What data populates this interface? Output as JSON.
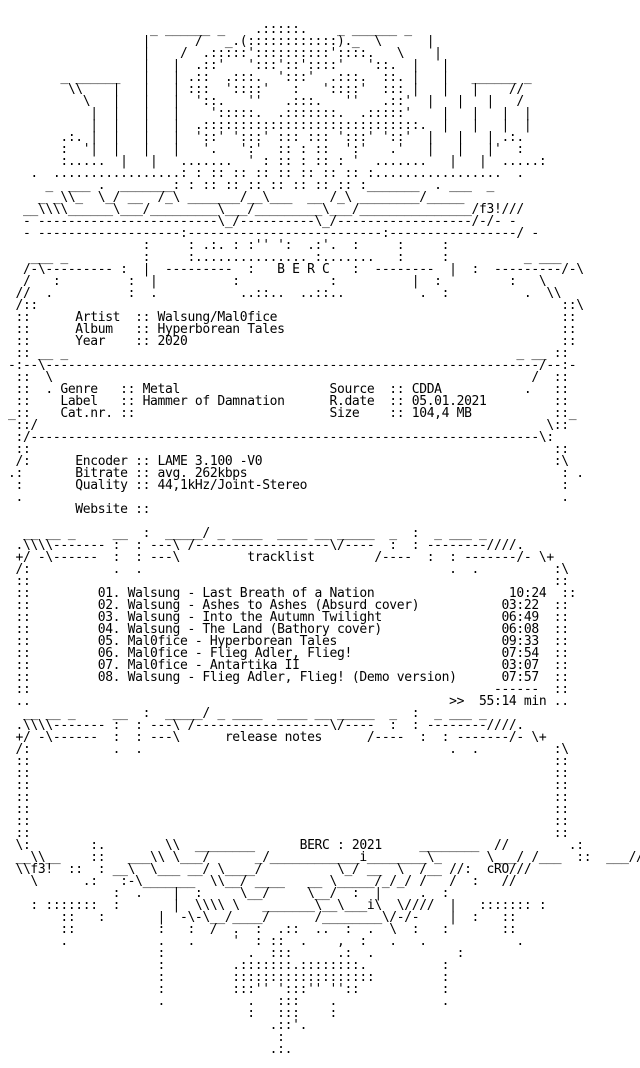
{
  "nfo": {
    "lines": [
      "                   _ ______ _    .:::::.    _ ______ _",
      "                  |      /   _.(::::::::::::)._  \\      |",
      "                  |    /  .:::::'::::::::::'::::.   \\    |",
      "                  |   |  .::'   ':::'::'::::'   '::.  |   |",
      "       _ ______   |   | .::  .:::.  ':::'  .:::.  ::. |   |   ______ _",
      "        \\\\    |   |   | :::  '::::'   :   '::::'  ::: |   |   |    //",
      "          \\   |   |   |  '::.   ''   .:::.   ''   .::'  |   |   |   /",
      "           |  |   |   |    ':::::.  .:::::::.  .:::::'    |   |   |  |",
      "           |  |   |   |  .:::::::::::::::::::::::::::::.  |   |   |  |",
      "       .:. |  |   |   |  '::' ':::' ::: ::: ':::' '::'  |   |   | .:.",
      "       :  '|  |   |   |   '.   ':'  :: : ::  ':'   .'   |   |   |'  :",
      "       :.....  |   |   .......  ' : :: : :: : '  .......   |   |  .....:",
      "   .  .................: : :: :: :: :: :: :: :: :.................  .",
      "     _  ___ .  _______: : :: :: :: :: :: :: :: :_______  . ___  _",
      "    _ _\\\\_  \\_/ __  /_\\ _______/__\\___  __ /_\\ ________/_____",
      "  __\\\\\\\\______\\___/_________\\___/_________\\___/_______________/f3!///",
      "  - ------------------------\\_/----------\\_/------------------/-/- -",
      "  - -------------------:--------------------------:-----------------/ -",
      "                  :     : .:. : :'' ':  .:'.  :     :     :",
      "   ___ _          :     :............... :.......   :     :          _ ___",
      "  /-\\--------- :  |  ---------  :   B E R C   :  --------  |  :  ---------/-\\",
      "  /   :         :  |          :            :          |  :         :   \\",
      " //  .          :  .           ..::..  ..::..          .  :          .  \\\\",
      " /::                                                                      ::\\",
      " ::      Artist  :: Walsung/Mal0fice                                      ::",
      " ::      Album   :: Hyperborean Tales                                     ::",
      " ::      Year    :: 2020                                                  ::",
      " :: __ _                                                            _ __ ::",
      "-:--\\------------------------------------------------------------------/--:-",
      " ::  \\                                                                /  ::",
      " ::  . Genre   :: Metal                    Source  :: CDDA           .   ::",
      " ::    Label   :: Hammer of Damnation      R.date  :: 05.01.2021         ::",
      "_::    Cat.nr. ::                          Size    :: 104,4 MB           ::_",
      " ::/                                                                    \\::",
      " :/--------------------------------------------------------------------\\:",
      " ::                                                                      ::",
      " /:      Encoder :: LAME 3.100 -V0                                       :\\",
      ".:       Bitrate :: avg. 262kbps                                          : .",
      " :       Quality :: 44,1kHz/Joint-Stereo                                  :",
      " .                                                                        .",
      "         Website ::",
      "",
      "  __ __ _     __  :  _____/ _ ____  ____ __ _____  _  :  _ ___ _",
      " .\\\\\\\\------- :  : ---\\ /------------------\\/----  :  : --------////.",
      " +/ -\\------  :  : ---\\         tracklist        /----  :  : -------/- \\+",
      " /:           .  .                                         .  .          :\\",
      " ::                                                                      ::",
      " ::         01. Walsung - Last Breath of a Nation                  10:24  ::",
      " ::         02. Walsung - Ashes to Ashes (Absurd cover)           03:22  ::",
      " ::         03. Walsung - Into the Autumn Twilight                06:49  ::",
      " ::         04. Walsung - The Land (Bathory cover)                06:08  ::",
      " ::         05. Mal0fice - Hyperborean Tales                      09:33  ::",
      " ::         06. Mal0fice - Flieg Adler, Flieg!                    07:54  ::",
      " ::         07. Mal0fice - Antartika II                           03:07  ::",
      " ::         08. Walsung - Flieg Adler, Flieg! (Demo version)      07:57  ::",
      " ::                                                              ------  ::",
      " ..                                                        >>  55:14 min ..",
      "  __ __ _     __  :  _____/ _ ____  ____ __ _____  _  :  _ ___ _",
      " .\\\\\\\\------- :  : ---\\ /------------------\\/----  :  : --------////.",
      " +/ -\\------  :  : ---\\      release notes      /----  :  : -------/- \\+",
      " /:           .  .                                         .  .          :\\",
      " ::                                                                      ::",
      " ::                                                                      ::",
      " ::                                                                      ::",
      " ::                                                                      ::",
      " ::                                                                      ::",
      " ::                                                                      ::",
      " ::                                                                      ::",
      " \\:        :.        \\\\  ________      BERC : 2021     ________  //        .:",
      " __\\\\__    ::   ___\\\\ \\___/      _/____________i________\\_      \\___/ /___  ::  ___//__",
      " \\\\f3!  ::  : __\\  \\___ __/ \\____/          \\_/ __  \\  /__ //:  cRO///",
      "   \\      .:   :-\\_______  \\\\__/ ____   __ \\_____/_/_/ /   /  :   //",
      "              :  .    |  :     \\__/     \\__/  :  |     .  :",
      "   : :::::::  :       |  \\\\\\\\ \\   _______\\__\\___i\\  \\////  |   ::::::: :",
      "       ::   :       |  -\\-\\__/____/      /________\\/-/-    |  :   ::",
      "       ::           :   :  /  .  :  .::  ..  :  .  \\  :   :       ::",
      "       .            .   .     '  : ::  .    ,  :   .   .            .",
      "                    :           .  :::      .:  .           :",
      "                    :         .:::::::.::::::::.          :",
      "                    :         :::::::::::::::::::         :",
      "                    :         :::'' ':::'' ''::           :",
      "                    .           .   :::    .              .",
      "                                :   :::    :",
      "                                   .::'.",
      "                                    :",
      "                                   .:."
    ]
  }
}
